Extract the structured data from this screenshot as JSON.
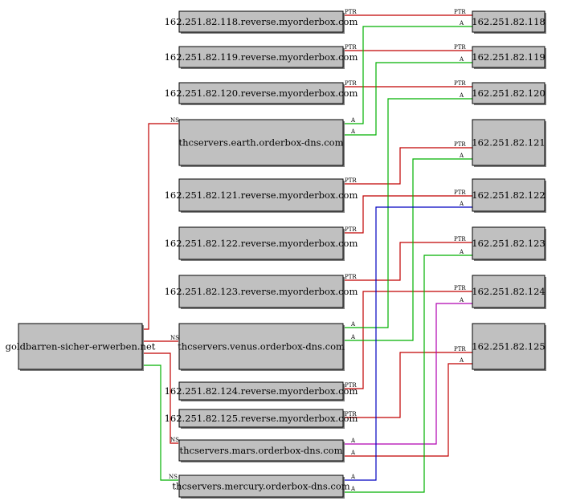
{
  "colors": {
    "ptr": "#c00000",
    "a": "#00b000",
    "ns": "#c00000",
    "a_blue": "#0000c0",
    "a_purple": "#b000b0"
  },
  "nodes": {
    "domain": "goldbarren-sicher-erwerben.net",
    "earth": "thcservers.earth.orderbox-dns.com",
    "venus": "thcservers.venus.orderbox-dns.com",
    "mars": "thcservers.mars.orderbox-dns.com",
    "mercury": "thcservers.mercury.orderbox-dns.com",
    "rev118": "162.251.82.118.reverse.myorderbox.com",
    "rev119": "162.251.82.119.reverse.myorderbox.com",
    "rev120": "162.251.82.120.reverse.myorderbox.com",
    "rev121": "162.251.82.121.reverse.myorderbox.com",
    "rev122": "162.251.82.122.reverse.myorderbox.com",
    "rev123": "162.251.82.123.reverse.myorderbox.com",
    "rev124": "162.251.82.124.reverse.myorderbox.com",
    "rev125": "162.251.82.125.reverse.myorderbox.com",
    "ip118": "162.251.82.118",
    "ip119": "162.251.82.119",
    "ip120": "162.251.82.120",
    "ip121": "162.251.82.121",
    "ip122": "162.251.82.122",
    "ip123": "162.251.82.123",
    "ip124": "162.251.82.124",
    "ip125": "162.251.82.125"
  },
  "edge_labels": {
    "ptr": "PTR",
    "a": "A",
    "ns": "NS"
  },
  "edges": [
    {
      "from": "domain",
      "to": "earth",
      "label": "NS"
    },
    {
      "from": "domain",
      "to": "venus",
      "label": "NS"
    },
    {
      "from": "domain",
      "to": "mars",
      "label": "NS"
    },
    {
      "from": "domain",
      "to": "mercury",
      "label": "NS"
    },
    {
      "from": "rev118",
      "to": "ip118",
      "label": "PTR"
    },
    {
      "from": "rev119",
      "to": "ip119",
      "label": "PTR"
    },
    {
      "from": "rev120",
      "to": "ip120",
      "label": "PTR"
    },
    {
      "from": "rev121",
      "to": "ip121",
      "label": "PTR"
    },
    {
      "from": "rev122",
      "to": "ip122",
      "label": "PTR"
    },
    {
      "from": "rev123",
      "to": "ip123",
      "label": "PTR"
    },
    {
      "from": "rev124",
      "to": "ip124",
      "label": "PTR"
    },
    {
      "from": "rev125",
      "to": "ip125",
      "label": "PTR"
    },
    {
      "from": "earth",
      "to": "ip118",
      "label": "A"
    },
    {
      "from": "earth",
      "to": "ip119",
      "label": "A"
    },
    {
      "from": "earth",
      "to": "ip120",
      "label": "A"
    },
    {
      "from": "venus",
      "to": "ip120",
      "label": "A"
    },
    {
      "from": "venus",
      "to": "ip121",
      "label": "A"
    },
    {
      "from": "mars",
      "to": "ip124",
      "label": "A"
    },
    {
      "from": "mars",
      "to": "ip125",
      "label": "A"
    },
    {
      "from": "mercury",
      "to": "ip122",
      "label": "A"
    },
    {
      "from": "mercury",
      "to": "ip123",
      "label": "A"
    }
  ]
}
